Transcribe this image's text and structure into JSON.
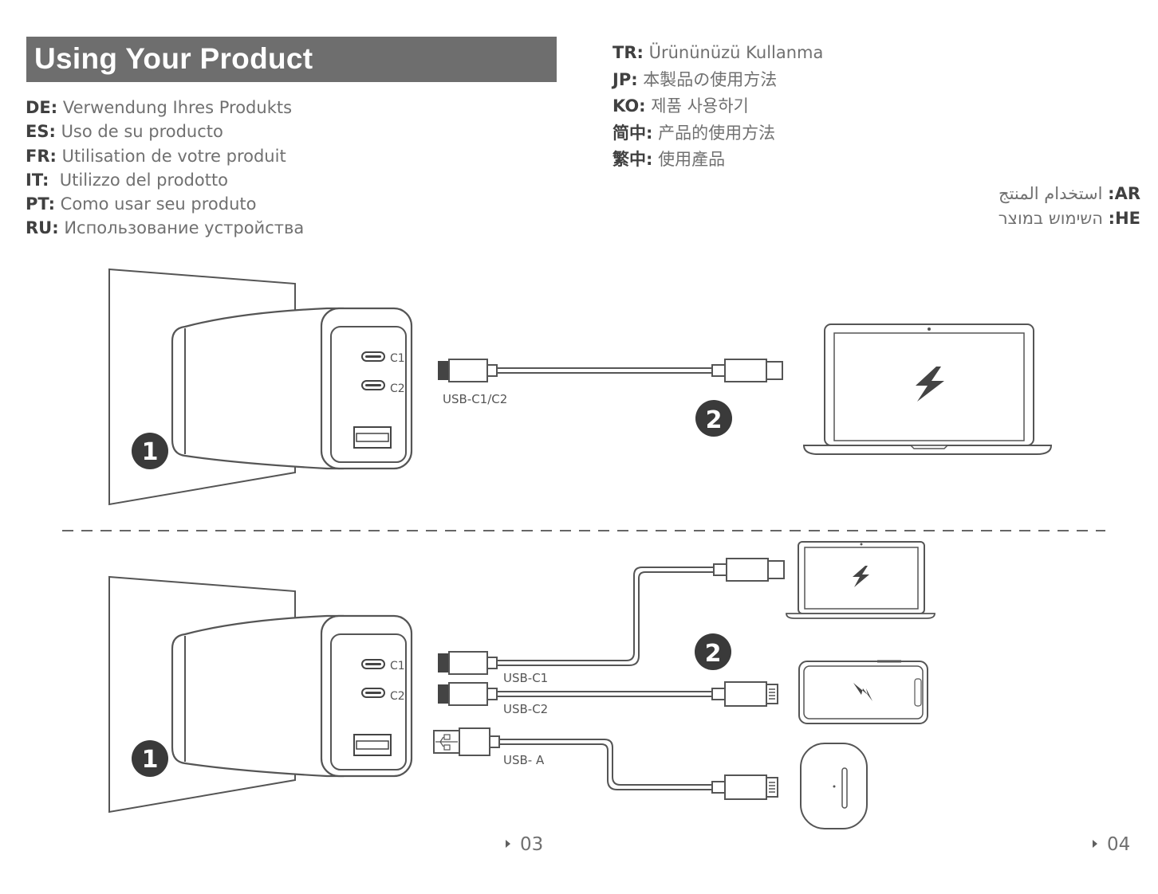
{
  "title": "Using Your Product",
  "languages_left": [
    {
      "code": "DE:",
      "text": "Verwendung Ihres Produkts"
    },
    {
      "code": "ES:",
      "text": "Uso de su producto"
    },
    {
      "code": "FR:",
      "text": "Utilisation de votre produit"
    },
    {
      "code": "IT:",
      "text": "Utilizzo del prodotto"
    },
    {
      "code": "PT:",
      "text": "Como usar seu produto"
    },
    {
      "code": "RU:",
      "text": "Использование устройства"
    }
  ],
  "languages_right": [
    {
      "code": "TR:",
      "text": "Ürününüzü Kullanma"
    },
    {
      "code": "JP:",
      "text": "本製品の使用方法"
    },
    {
      "code": "KO:",
      "text": "제품 사용하기"
    },
    {
      "code": "简中:",
      "text": "产品的使用方法"
    },
    {
      "code": "繁中:",
      "text": "使用產品"
    }
  ],
  "languages_rtl": [
    {
      "code": ":AR",
      "text": "استخدام المنتج"
    },
    {
      "code": ":HE",
      "text": "השימוש במוצר"
    }
  ],
  "diagram": {
    "step1": "1",
    "step2": "2",
    "port_c1": "C1",
    "port_c2": "C2",
    "label_usb_c1_c2": "USB-C1/C2",
    "label_usb_c1": "USB-C1",
    "label_usb_c2": "USB-C2",
    "label_usb_a": "USB- A"
  },
  "pages": {
    "left": "03",
    "right": "04"
  },
  "colors": {
    "title_bg": "#6e6e6e",
    "line": "#555555"
  }
}
